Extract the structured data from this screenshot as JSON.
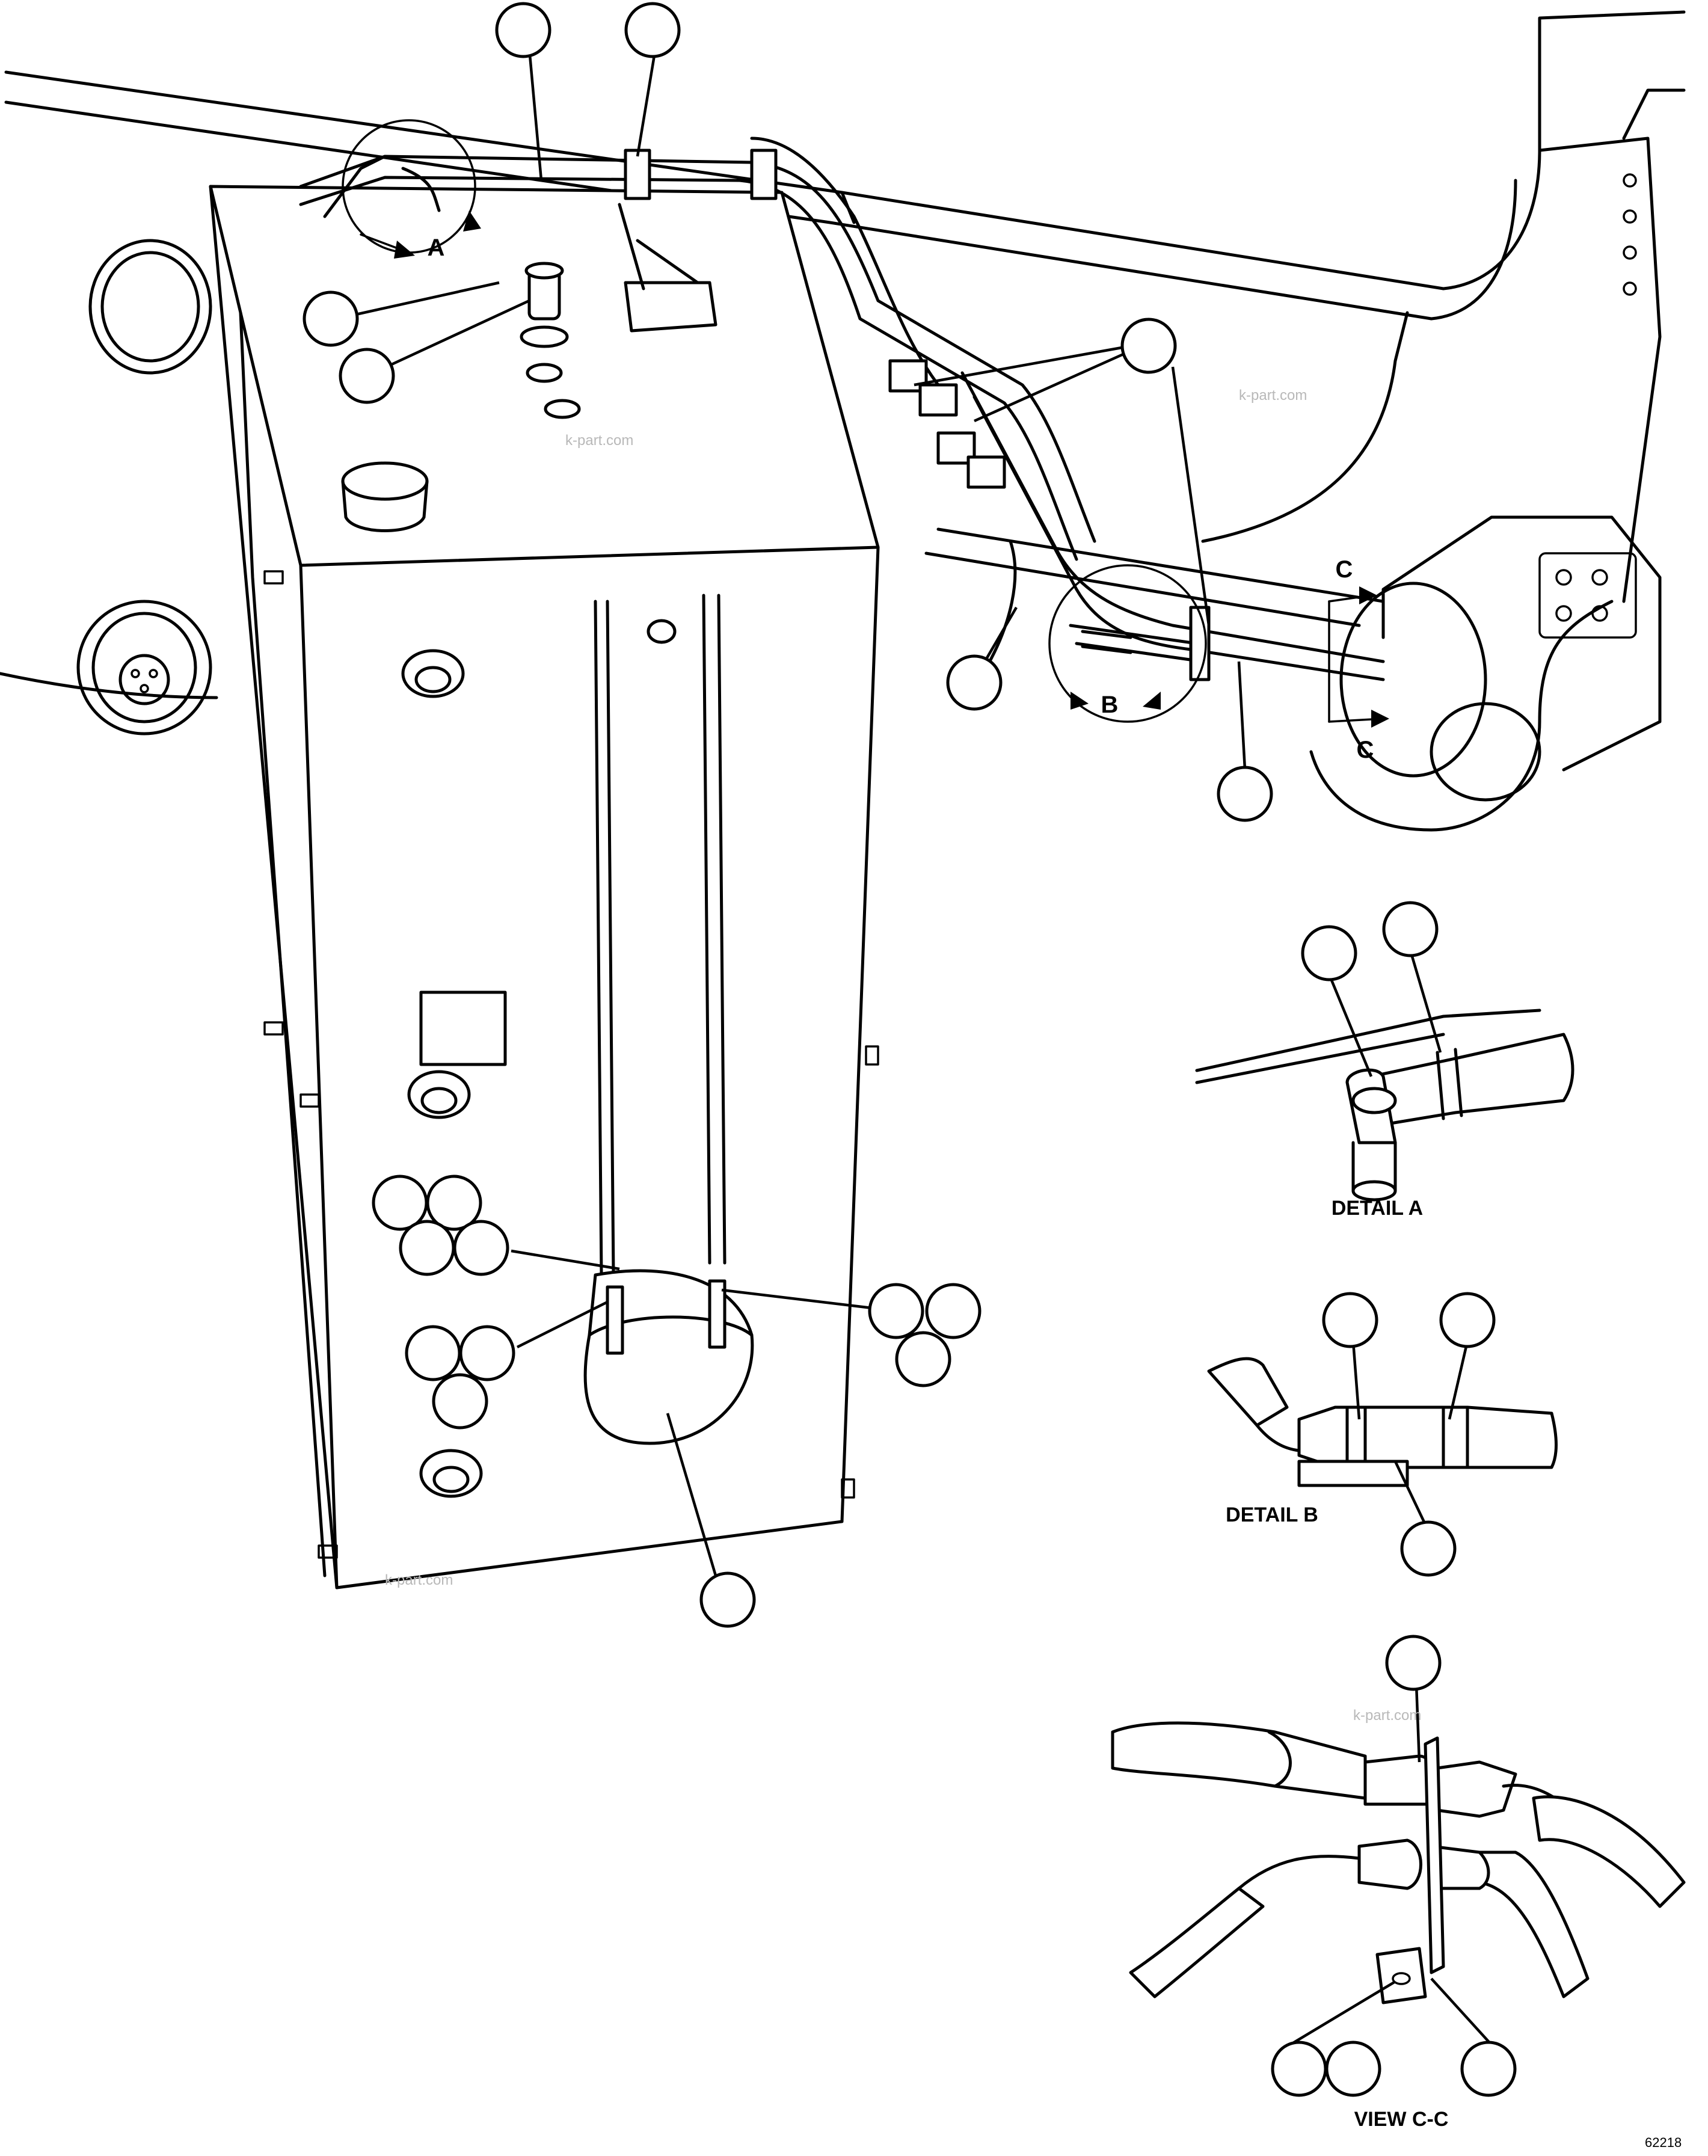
{
  "labels": {
    "view_a": "A",
    "view_b": "B",
    "view_c_top": "C",
    "view_c_bottom": "C",
    "detail_a": "DETAIL A",
    "detail_b": "DETAIL B",
    "view_cc": "VIEW C-C"
  },
  "watermarks": [
    "k-part.com",
    "k-part.com",
    "k-part.com",
    "k-part.com"
  ],
  "figure_number": "62218"
}
